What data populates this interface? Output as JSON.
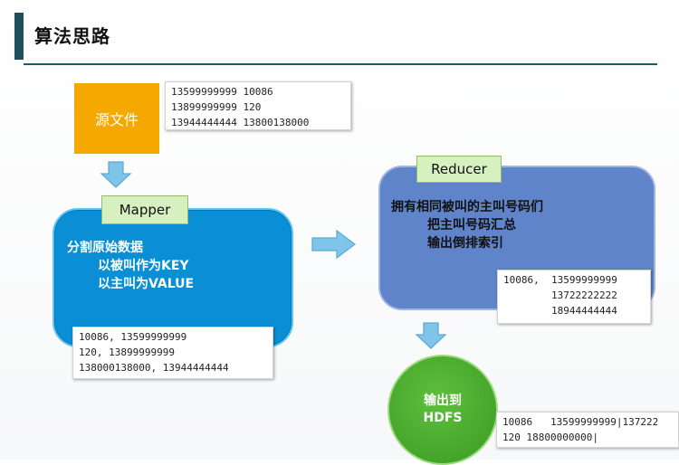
{
  "title": "算法思路",
  "source": {
    "label": "源文件",
    "lines": [
      "13599999999 10086",
      "13899999999 120",
      "13944444444 13800138000"
    ]
  },
  "mapper": {
    "label": "Mapper",
    "text_lines": [
      "分割原始数据",
      "以被叫作为KEY",
      "以主叫为VALUE"
    ],
    "data_lines": [
      "10086, 13599999999",
      "120, 13899999999",
      "138000138000, 13944444444"
    ]
  },
  "reducer": {
    "label": "Reducer",
    "text_lines": [
      "拥有相同被叫的主叫号码们",
      "把主叫号码汇总",
      "输出倒排索引"
    ],
    "data_lines": [
      "10086,  13599999999",
      "        13722222222",
      "        18944444444"
    ]
  },
  "hdfs": {
    "label_line1": "输出到",
    "label_line2": "HDFS",
    "data_lines": [
      "10086   13599999999|137222",
      "120 18800000000|"
    ]
  },
  "colors": {
    "title_accent": "#1f4e5f",
    "source": "#f5a800",
    "mapper": "#0a8fd6",
    "reducer": "#5f84c9",
    "hdfs": "#3a9a24",
    "label_bg": "#d7f0c0",
    "arrow": "#7fc4e9"
  }
}
